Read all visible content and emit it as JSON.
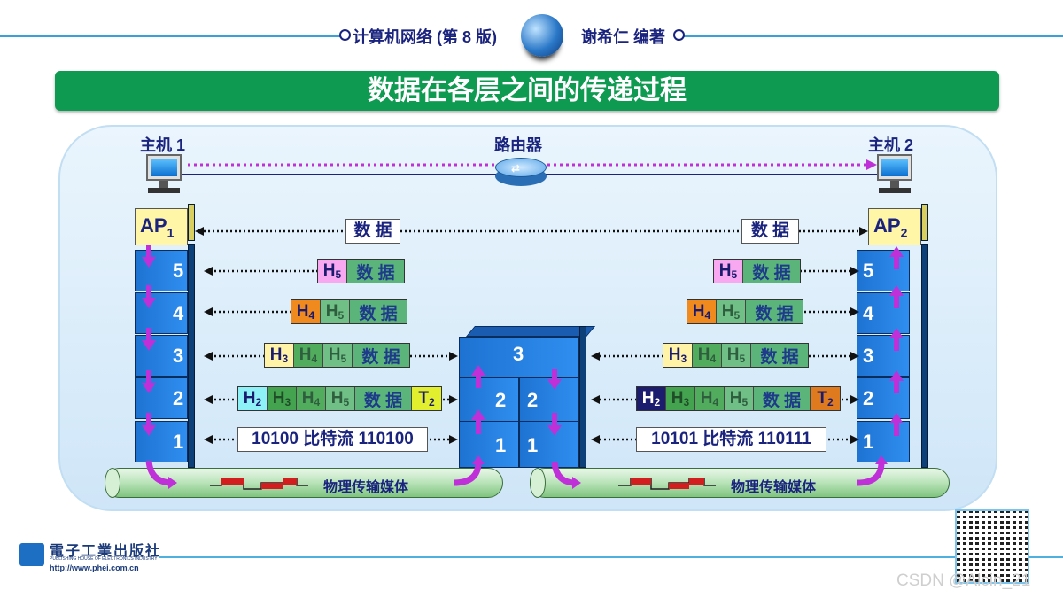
{
  "header": {
    "left_text": "计算机网络 (第 8 版)",
    "right_text": "谢希仁 编著"
  },
  "title": "数据在各层之间的传递过程",
  "hosts": {
    "host1": "主机 1",
    "host2": "主机 2",
    "router": "路由器"
  },
  "ap": {
    "left": "AP",
    "left_sub": "1",
    "right": "AP",
    "right_sub": "2"
  },
  "layers": [
    "5",
    "4",
    "3",
    "2",
    "1"
  ],
  "router_layers": {
    "top": "3",
    "mid": "2",
    "bottom": "1"
  },
  "packets": {
    "data": "数 据",
    "h": "H",
    "t": "T",
    "s5": "5",
    "s4": "4",
    "s3": "3",
    "s2": "2"
  },
  "bitstream": {
    "left": "10100 比特流 110100",
    "right": "10101 比特流 110111"
  },
  "medium": {
    "label": "物理传输媒体"
  },
  "publisher": {
    "name": "電子工業出版社",
    "sub": "PUBLISHING HOUSE OF ELECTRONICS INDUSTRY",
    "url": "http://www.phei.com.cn"
  },
  "watermark": "CSDN @Alcin_21",
  "colors": {
    "banner": "#0f9a52",
    "layer": "#2f8ef0",
    "arrow": "#c030d8"
  }
}
